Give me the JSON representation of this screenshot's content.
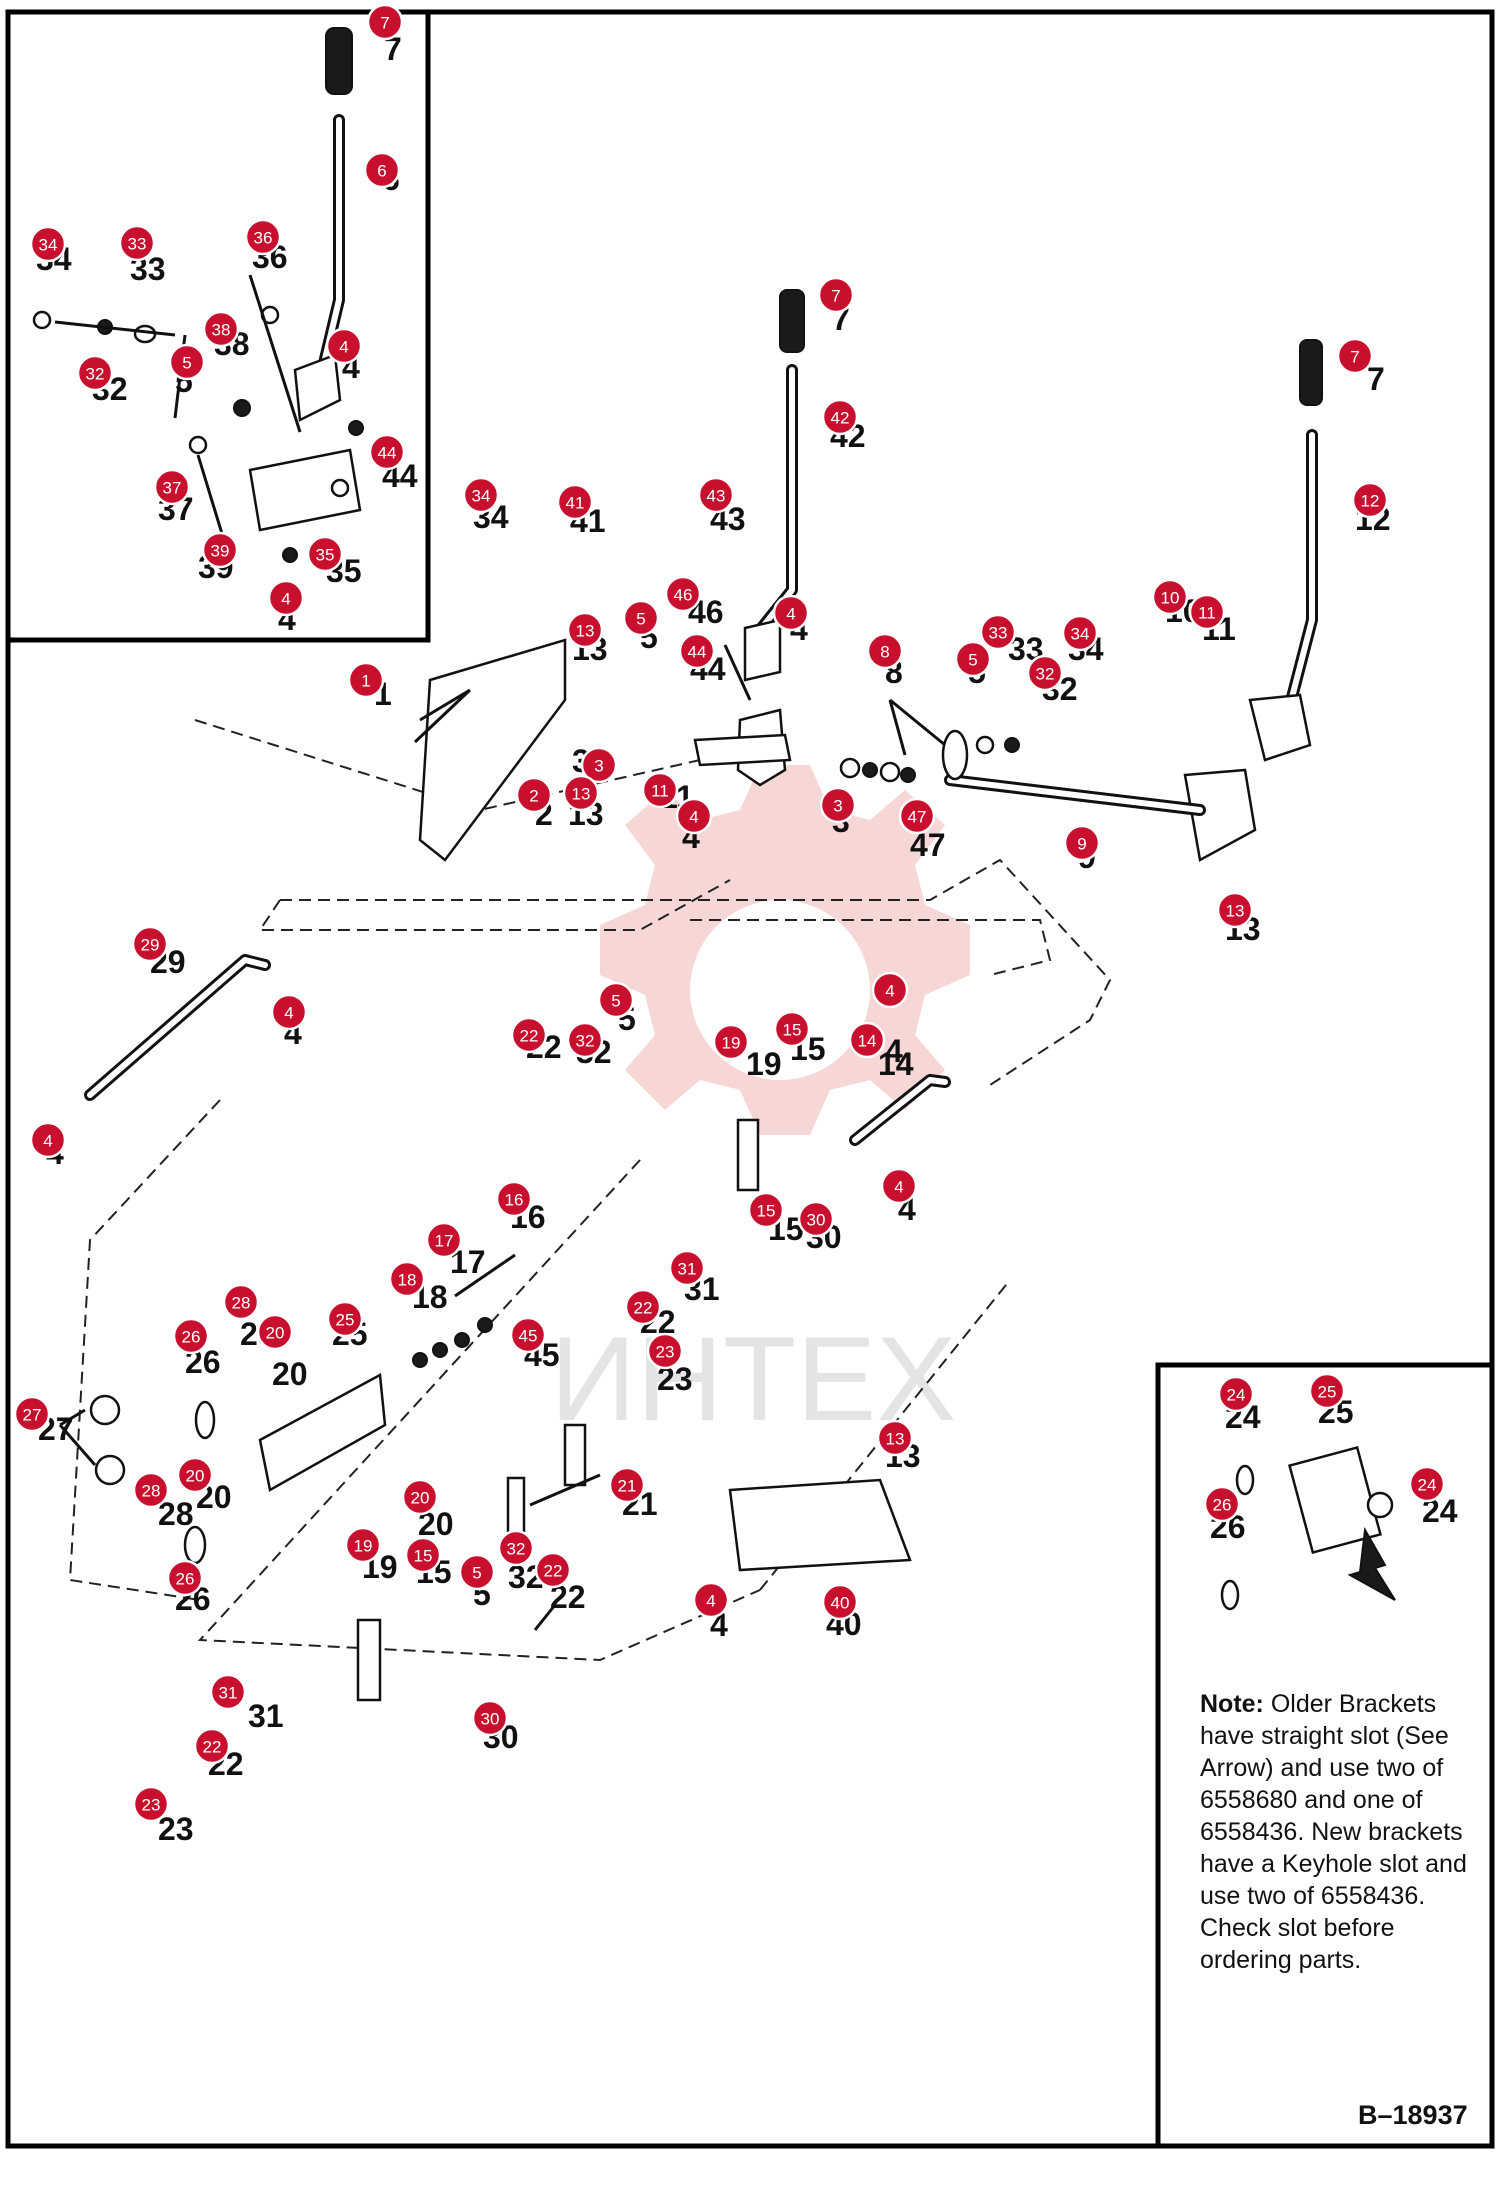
{
  "watermark": {
    "text": "ИНТЕХ"
  },
  "reference": "B–18937",
  "note": {
    "label": "Note:",
    "text": "Older Brackets have straight slot (See Arrow) and use two of 6558680 and one of 6558436. New brackets have a Keyhole slot and use two of 6558436. Check slot before ordering parts."
  },
  "part_labels": [
    "7",
    "6",
    "34",
    "33",
    "36",
    "32",
    "38",
    "5",
    "4",
    "37",
    "44",
    "39",
    "35",
    "4",
    "7",
    "42",
    "43",
    "41",
    "34",
    "46",
    "4",
    "13",
    "5",
    "44",
    "1",
    "3",
    "2",
    "13",
    "11",
    "4",
    "8",
    "5",
    "33",
    "32",
    "34",
    "10",
    "11",
    "7",
    "12",
    "9",
    "47",
    "3",
    "13",
    "29",
    "4",
    "4",
    "22",
    "32",
    "5",
    "19",
    "15",
    "14",
    "4",
    "4",
    "16",
    "17",
    "18",
    "45",
    "15",
    "30",
    "31",
    "22",
    "23",
    "28",
    "26",
    "20",
    "25",
    "27",
    "20",
    "21",
    "20",
    "28",
    "26",
    "19",
    "15",
    "5",
    "32",
    "22",
    "31",
    "30",
    "22",
    "23",
    "13",
    "4",
    "40",
    "24",
    "25",
    "24",
    "26"
  ],
  "callouts": [
    {
      "n": "7"
    },
    {
      "n": "6"
    },
    {
      "n": "34"
    },
    {
      "n": "33"
    },
    {
      "n": "36"
    },
    {
      "n": "32"
    },
    {
      "n": "38"
    },
    {
      "n": "5"
    },
    {
      "n": "4"
    },
    {
      "n": "37"
    },
    {
      "n": "44"
    },
    {
      "n": "39"
    },
    {
      "n": "35"
    },
    {
      "n": "4"
    },
    {
      "n": "7"
    },
    {
      "n": "42"
    },
    {
      "n": "43"
    },
    {
      "n": "41"
    },
    {
      "n": "34"
    },
    {
      "n": "46"
    },
    {
      "n": "4"
    },
    {
      "n": "13"
    },
    {
      "n": "5"
    },
    {
      "n": "44"
    },
    {
      "n": "1"
    },
    {
      "n": "3"
    },
    {
      "n": "2"
    },
    {
      "n": "13"
    },
    {
      "n": "11"
    },
    {
      "n": "4"
    },
    {
      "n": "8"
    },
    {
      "n": "5"
    },
    {
      "n": "33"
    },
    {
      "n": "32"
    },
    {
      "n": "34"
    },
    {
      "n": "10"
    },
    {
      "n": "11"
    },
    {
      "n": "7"
    },
    {
      "n": "12"
    },
    {
      "n": "9"
    },
    {
      "n": "47"
    },
    {
      "n": "3"
    },
    {
      "n": "13"
    },
    {
      "n": "29"
    },
    {
      "n": "4"
    },
    {
      "n": "4"
    },
    {
      "n": "22"
    },
    {
      "n": "32"
    },
    {
      "n": "5"
    },
    {
      "n": "19"
    },
    {
      "n": "15"
    },
    {
      "n": "14"
    },
    {
      "n": "4"
    },
    {
      "n": "4"
    },
    {
      "n": "16"
    },
    {
      "n": "17"
    },
    {
      "n": "18"
    },
    {
      "n": "45"
    },
    {
      "n": "15"
    },
    {
      "n": "30"
    },
    {
      "n": "31"
    },
    {
      "n": "22"
    },
    {
      "n": "23"
    },
    {
      "n": "28"
    },
    {
      "n": "26"
    },
    {
      "n": "20"
    },
    {
      "n": "25"
    },
    {
      "n": "27"
    },
    {
      "n": "20"
    },
    {
      "n": "21"
    },
    {
      "n": "20"
    },
    {
      "n": "28"
    },
    {
      "n": "26"
    },
    {
      "n": "19"
    },
    {
      "n": "15"
    },
    {
      "n": "5"
    },
    {
      "n": "32"
    },
    {
      "n": "22"
    },
    {
      "n": "31"
    },
    {
      "n": "30"
    },
    {
      "n": "22"
    },
    {
      "n": "23"
    },
    {
      "n": "13"
    },
    {
      "n": "4"
    },
    {
      "n": "40"
    },
    {
      "n": "24"
    },
    {
      "n": "25"
    },
    {
      "n": "24"
    },
    {
      "n": "26"
    }
  ]
}
